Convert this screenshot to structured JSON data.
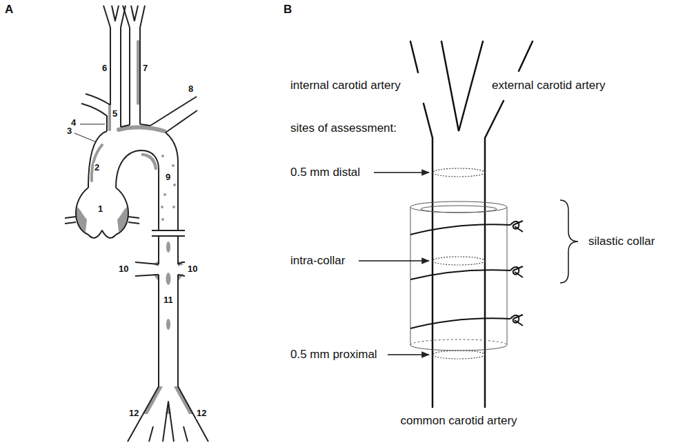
{
  "diagram": {
    "labels": [
      "A",
      "1",
      "2",
      "3",
      "4",
      "5",
      "6",
      "7",
      "8",
      "9",
      "10",
      "10",
      "11",
      "12",
      "12",
      "B",
      "internal carotid artery",
      "external carotid artery",
      "sites of assessment:",
      "0.5 mm distal",
      "intra-collar",
      "0.5 mm proximal",
      "silastic collar",
      "common carotid artery"
    ]
  }
}
